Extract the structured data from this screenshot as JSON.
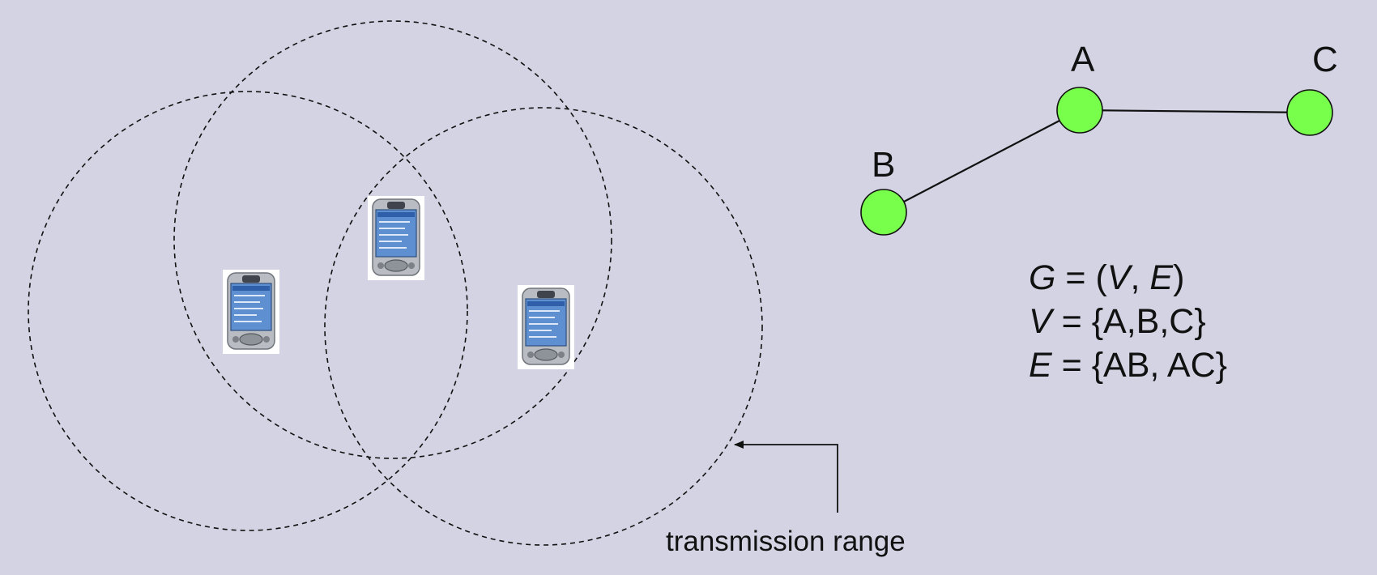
{
  "diagram": {
    "caption": "transmission range",
    "nodes": [
      {
        "id": "A",
        "label": "A"
      },
      {
        "id": "B",
        "label": "B"
      },
      {
        "id": "C",
        "label": "C"
      }
    ],
    "edges": [
      {
        "from": "A",
        "to": "B"
      },
      {
        "from": "A",
        "to": "C"
      }
    ],
    "colors": {
      "background": "#d3d3e3",
      "node_fill": "#77ff4c"
    },
    "formula": {
      "line1": {
        "g": "G",
        "eq": " = (",
        "v": "V",
        "comma": ", ",
        "e": "E",
        "close": ")"
      },
      "line2": {
        "v": "V",
        "rest": " = {A,B,C}"
      },
      "line3": {
        "e": "E",
        "rest": " = {AB, AC}"
      }
    },
    "device_icons": [
      "pda-device-icon",
      "pda-device-icon",
      "pda-device-icon"
    ]
  }
}
